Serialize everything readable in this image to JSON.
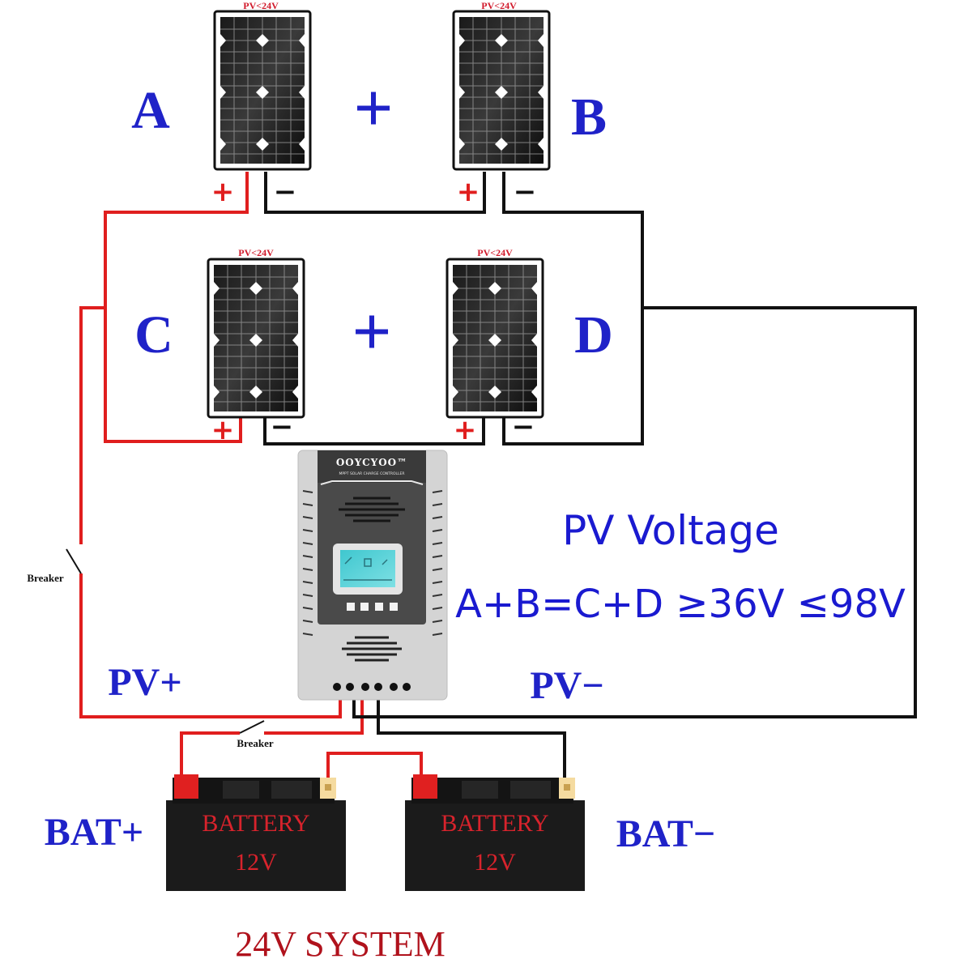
{
  "diagram": {
    "title": "24V SYSTEM",
    "panels": [
      {
        "id": "A",
        "label": "A",
        "rating": "PV<24V",
        "pos_sign": "+",
        "neg_sign": "−"
      },
      {
        "id": "B",
        "label": "B",
        "rating": "PV<24V",
        "pos_sign": "+",
        "neg_sign": "−"
      },
      {
        "id": "C",
        "label": "C",
        "rating": "PV<24V",
        "pos_sign": "+",
        "neg_sign": "−"
      },
      {
        "id": "D",
        "label": "D",
        "rating": "PV<24V",
        "pos_sign": "+",
        "neg_sign": "−"
      }
    ],
    "series_plus": [
      "+",
      "+"
    ],
    "controller": {
      "brand": "OOYCYOO™",
      "subtitle": "MPPT SOLAR CHARGE CONTROLLER",
      "buttons": 4
    },
    "pv_voltage": {
      "heading": "PV Voltage",
      "formula": "A+B=C+D ≥36V ≤98V",
      "min_v": 36,
      "max_v": 98
    },
    "terminal_labels": {
      "pv_plus": "PV+",
      "pv_minus": "PV−",
      "bat_plus": "BAT+",
      "bat_minus": "BAT−"
    },
    "breakers": [
      {
        "label": "Breaker",
        "location": "PV+ line"
      },
      {
        "label": "Breaker",
        "location": "BAT+ line"
      }
    ],
    "batteries": [
      {
        "label": "BATTERY",
        "voltage": "12V"
      },
      {
        "label": "BATTERY",
        "voltage": "12V"
      }
    ],
    "colors": {
      "positive_wire": "#e01e1e",
      "negative_wire": "#111111",
      "label_blue": "#1f22c8",
      "title_red": "#b0121c"
    }
  }
}
